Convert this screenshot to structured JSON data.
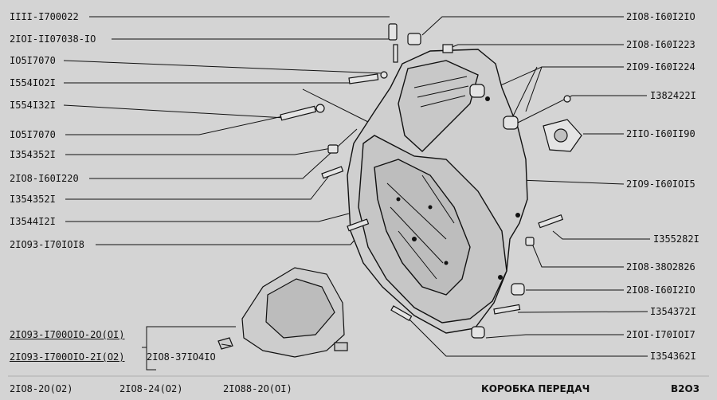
{
  "left_labels": [
    "IIII-I700022",
    "2IOI-II07038-IO",
    "IO5I7070",
    "I554IO2I",
    "I554I32I",
    "IO5I7070",
    "I354352I",
    "2IO8-I60I220",
    "I354352I",
    "I3544I2I",
    "2IO93-I70IOI8"
  ],
  "right_labels": [
    "2IO8-I60I2IO",
    "2IO8-I60I223",
    "2IO9-I60I224",
    "I382422I",
    "2IIO-I60II90",
    "2IO9-I60IOI5",
    "I355282I",
    "2IO8-38O2826",
    "2IO8-I60I2IO",
    "I354372I",
    "2IOI-I70IOI7",
    "I354362I"
  ],
  "assembly_labels": [
    "2IO93-I700OIO-2O(OI)",
    "2IO93-I700OIO-2I(O2)"
  ],
  "sensor_label": "2IO8-37IO4IO",
  "models": [
    "2IO8-2O(O2)",
    "2IO8-24(O2)",
    "2IO88-2O(OI)"
  ],
  "title": "КОРОБКА ПЕРЕДАЧ",
  "page_code": "B2O3",
  "colors": {
    "background": "#d4d4d4",
    "ink": "#111111",
    "casting": "#cfcfcf"
  }
}
